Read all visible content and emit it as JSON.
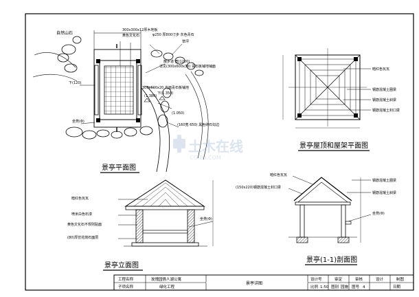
{
  "plan": {
    "title": "景亭平面图",
    "labels": {
      "rock": "自然山石",
      "wood_floor": "300x300x12厚木地板",
      "yellow_stone": "黄色文化石",
      "step_stone": "φ250 厚800汀步 灰色青石",
      "lawn": "草坪",
      "path": "散步道 宽(1200)",
      "path_detail": "详见(300x600x30) 青石板铺地铺面",
      "paving": "300x600x20 光面青石板铺地",
      "drop": "下(120)",
      "el_1": "(1.380)",
      "el_2": "下(1.350)",
      "el_3": "(1.050)",
      "curb": "(160宽 650) 黑色卵石勾边",
      "bench": "坐凳(Φ)"
    }
  },
  "roof": {
    "title": "景亭屋顶和屋架平面图",
    "labels": {
      "tile": "暗红色瓦瓦",
      "beam1": "钢筋混凝土圈梁",
      "beam2": "钢筋混凝土斜梁",
      "beam3": "钢筋混凝土封口梁"
    }
  },
  "elevation": {
    "title": "景亭立面图",
    "labels": {
      "tile": "暗红色瓦瓦",
      "paint": "喷米白色石漆",
      "stone": "黄色文化石不规则贴面",
      "bench": "坐凳(Φ)",
      "base": "(80)厚仿花岗石面层"
    }
  },
  "section": {
    "title": "景亭(1-1)剖面图",
    "labels": {
      "tile": "暗红色瓦瓦",
      "ring_beam": "钢筋混凝土圈梁",
      "seal_beam": "(150x220)钢筋混凝土封口梁",
      "slope_beam": "钢筋混凝土斜梁",
      "bench": "坐凳(Φ)"
    }
  },
  "title_block": {
    "c1r1": "工程名称",
    "c2r1": "玫瑰园情人湖公寓",
    "c1r2": "子项名称",
    "c2r2": "绿化工程",
    "drawing": "景亭详图",
    "r1": [
      "设计号",
      "审定",
      "审核",
      "设计",
      "制图"
    ],
    "r2": [
      "比例",
      "1:50",
      "图别",
      "园施",
      "图号",
      "4",
      "日期"
    ]
  },
  "watermark": {
    "cn": "土木在线",
    "en": "COI88.COM"
  }
}
